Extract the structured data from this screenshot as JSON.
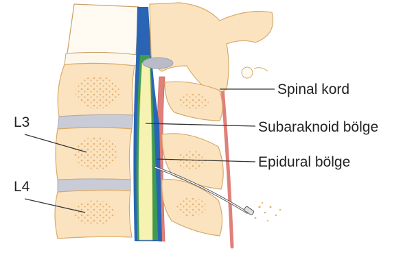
{
  "labels": {
    "spinal_cord": "Spinal kord",
    "subarachnoid": "Subaraknoid bölge",
    "epidural": "Epidural bölge",
    "l3": "L3",
    "l4": "L4"
  },
  "colors": {
    "bone": "#fbe3bf",
    "bone_outline": "#d9a96a",
    "bone_dots": "#e8b26d",
    "disc": "#c9ccd6",
    "dura_blue": "#2a64b4",
    "csf_green": "#3c9c52",
    "cord_yellow": "#f6f3b2",
    "ligament_red": "#e0807a",
    "leader_line": "#333333"
  }
}
